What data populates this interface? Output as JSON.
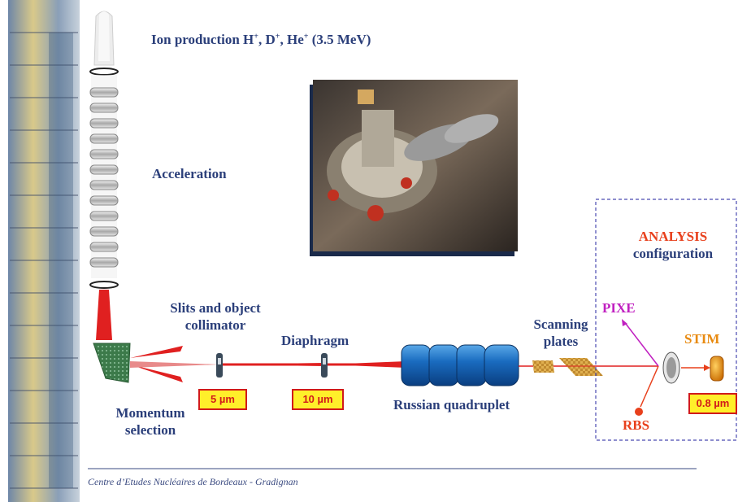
{
  "labels": {
    "ion_production_prefix": "Ion production H",
    "ion_sup1": "+",
    "ion_sep1": ", D",
    "ion_sup2": "+",
    "ion_sep2": ", He",
    "ion_sup3": "+",
    "ion_suffix": " (3.5 MeV)",
    "acceleration": "Acceleration",
    "slits_line1": "Slits and object",
    "slits_line2": "collimator",
    "diaphragm": "Diaphragm",
    "momentum_line1": "Momentum",
    "momentum_line2": "selection",
    "russian_quadruplet": "Russian quadruplet",
    "scanning_line1": "Scanning",
    "scanning_line2": "plates",
    "analysis_line1": "ANALYSIS",
    "analysis_line2": "configuration",
    "pixe": "PIXE",
    "stim": "STIM",
    "rbs": "RBS"
  },
  "size_boxes": {
    "slit_size": "5 µm",
    "diaphragm_size": "10 µm",
    "stim_size": "0.8 µm"
  },
  "footer": {
    "text": "Centre d’Etudes Nucléaires de Bordeaux - Gradignan"
  },
  "colors": {
    "label_blue": "#2b3f7a",
    "analysis_red": "#e8401c",
    "pixe_magenta": "#c020c0",
    "stim_orange": "#e88a10",
    "rbs_red": "#e8401c",
    "beam_red": "#e02020",
    "box_yellow": "#ffef2a"
  }
}
